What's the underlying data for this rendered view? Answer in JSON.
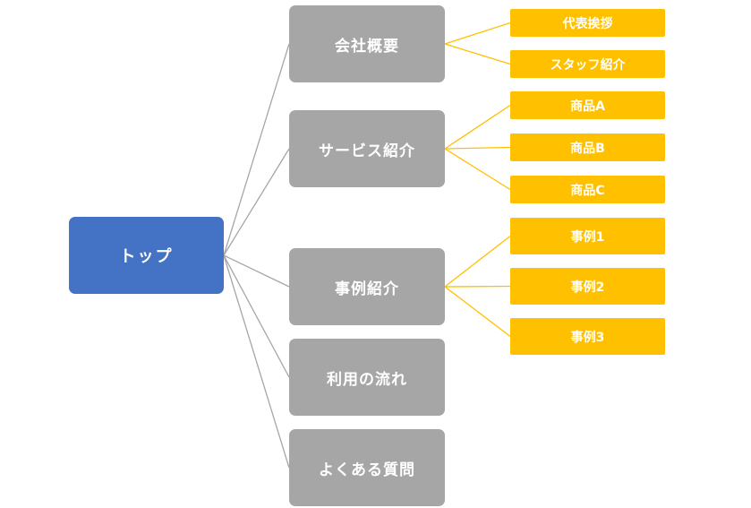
{
  "colors": {
    "root_fill": "#4472c4",
    "section_fill": "#a6a6a6",
    "leaf_fill": "#ffc000",
    "root_connector": "#a6a6a6",
    "leaf_connector": "#ffc000"
  },
  "diagram": {
    "root": {
      "label": "トップ"
    },
    "sections": [
      {
        "label": "会社概要",
        "children": [
          "代表挨拶",
          "スタッフ紹介"
        ]
      },
      {
        "label": "サービス紹介",
        "children": [
          "商品A",
          "商品B",
          "商品C"
        ]
      },
      {
        "label": "事例紹介",
        "children": [
          "事例1",
          "事例2",
          "事例3"
        ]
      },
      {
        "label": "利用の流れ",
        "children": []
      },
      {
        "label": "よくある質問",
        "children": []
      }
    ]
  }
}
